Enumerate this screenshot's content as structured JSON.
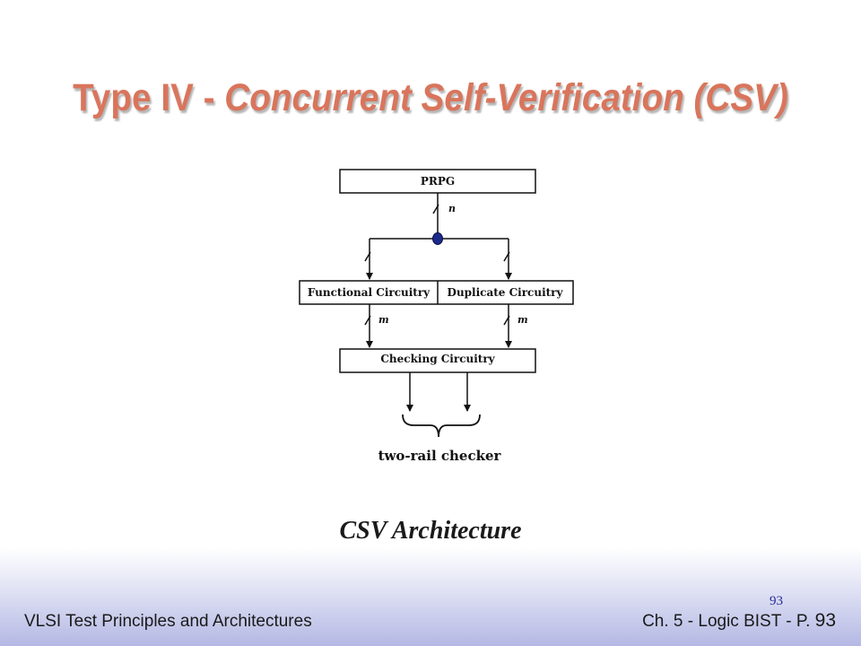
{
  "slide": {
    "title_prefix": "Type IV - ",
    "title_emphasis": "Concurrent Self-Verification (CSV)",
    "caption": "CSV Architecture",
    "footer_left": "VLSI Test Principles and Architectures",
    "footer_right_prefix": "Ch. 5 - Logic BIST - P.",
    "footer_page": "93",
    "slide_number": "93",
    "title_color": "#d9755c"
  },
  "diagram": {
    "blocks": {
      "prpg": "PRPG",
      "functional": "Functional Circuitry",
      "duplicate": "Duplicate Circuitry",
      "checking": "Checking Circuitry"
    },
    "bus_labels": {
      "prpg_bus": "n",
      "left_output_bus": "m",
      "right_output_bus": "m"
    },
    "checker_label": "two-rail checker"
  }
}
